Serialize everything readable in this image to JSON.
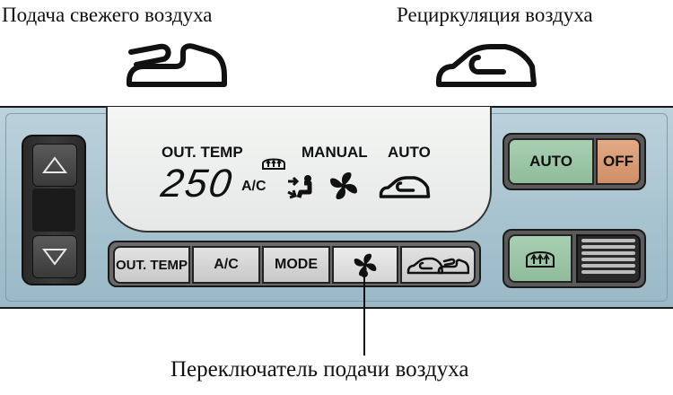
{
  "captions": {
    "fresh_air": "Подача свежего воздуха",
    "recirculation": "Рециркуляция воздуха",
    "air_intake_switch": "Переключатель подачи воздуха"
  },
  "display": {
    "out_temp_label": "OUT. TEMP",
    "temperature": "250",
    "ac_label": "A/C",
    "manual_label": "MANUAL",
    "auto_label": "AUTO"
  },
  "buttons": {
    "out_temp": "OUT. TEMP",
    "ac": "A/C",
    "mode": "MODE",
    "auto": "AUTO",
    "off": "OFF"
  },
  "icons": {
    "fresh_air": "fresh-air-icon",
    "recirculation": "recirculation-icon",
    "fan": "fan-icon",
    "defrost": "defrost-icon",
    "airflow": "airflow-mode-icon",
    "temp_up": "triangle-up-icon",
    "temp_down": "triangle-down-icon"
  },
  "colors": {
    "auto_button": "#8fbc9b",
    "off_button": "#cf8e68",
    "panel": "#a6c2cf",
    "lcd": "#eceeed"
  }
}
